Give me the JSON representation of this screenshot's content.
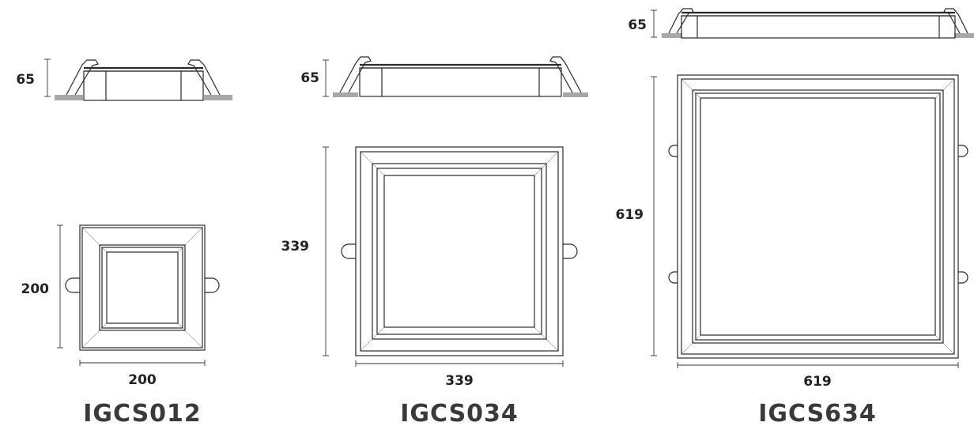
{
  "products": [
    {
      "model": "IGCS012",
      "height": "65",
      "width": "200",
      "depth": "200"
    },
    {
      "model": "IGCS034",
      "height": "65",
      "width": "339",
      "depth": "339"
    },
    {
      "model": "IGCS634",
      "height": "65",
      "width": "619",
      "depth": "619"
    }
  ],
  "colors": {
    "line": "#2a2a2a",
    "ceiling": "#a8a8a8",
    "label": "#3a3a3a"
  }
}
